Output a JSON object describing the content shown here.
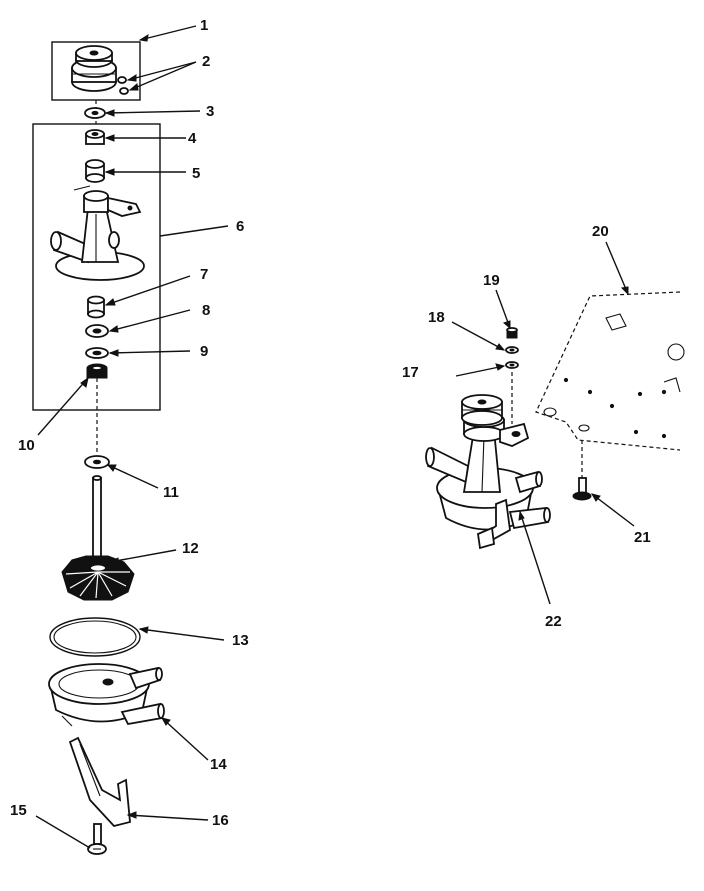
{
  "callouts": {
    "c1": "1",
    "c2": "2",
    "c3": "3",
    "c4": "4",
    "c5": "5",
    "c6": "6",
    "c7": "7",
    "c8": "8",
    "c9": "9",
    "c10": "10",
    "c11": "11",
    "c12": "12",
    "c13": "13",
    "c14": "14",
    "c15": "15",
    "c16": "16",
    "c17": "17",
    "c18": "18",
    "c19": "19",
    "c20": "20",
    "c21": "21",
    "c22": "22"
  },
  "colors": {
    "ink": "#111111",
    "paper": "#ffffff"
  }
}
